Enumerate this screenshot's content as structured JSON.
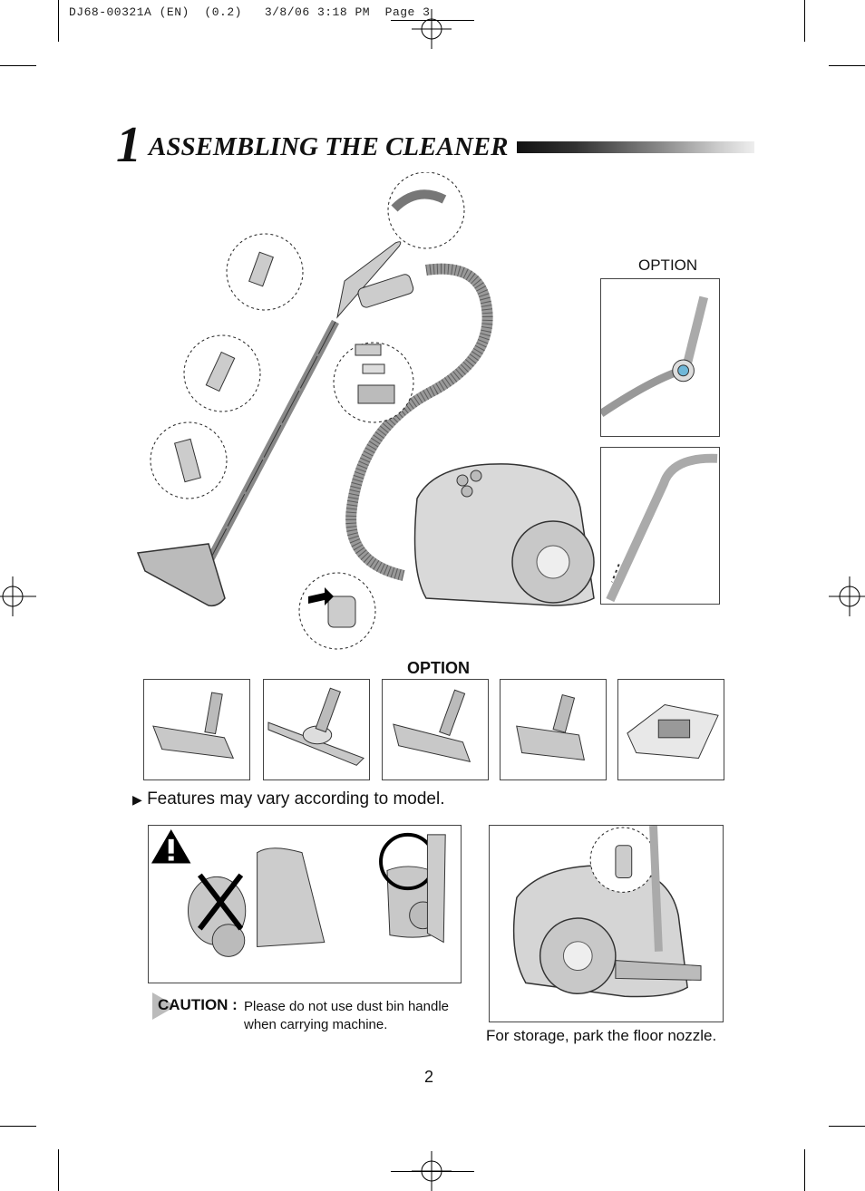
{
  "print_header": "DJ68-00321A (EN)  (0.2)   3/8/06 3:18 PM  Page 3",
  "section": {
    "number": "1",
    "title": "ASSEMBLING THE CLEANER"
  },
  "main_illustration": {
    "option_label": "OPTION"
  },
  "accessories": {
    "option_label": "OPTION",
    "features_note": "Features may vary according to model."
  },
  "caution": {
    "label": "CAUTION :",
    "text": "Please do not use dust bin handle when carrying machine."
  },
  "storage": {
    "caption": "For storage, park the floor nozzle."
  },
  "page_number": "2"
}
